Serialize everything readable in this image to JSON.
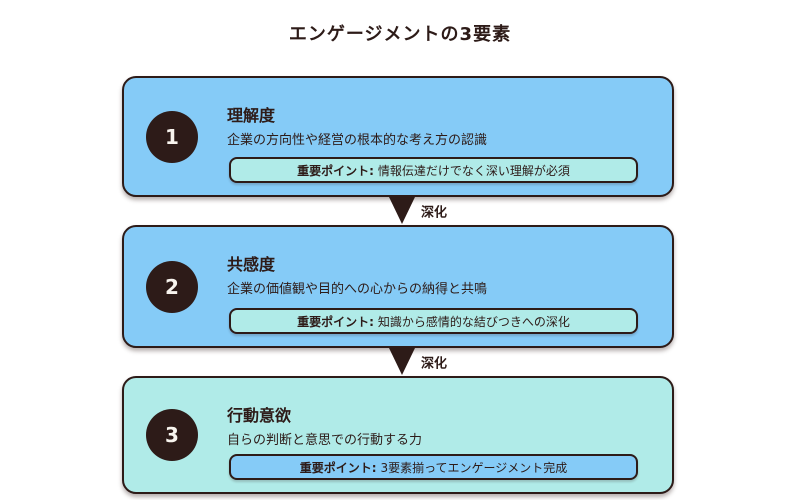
{
  "page": {
    "title": "エンゲージメントの3要素"
  },
  "colors": {
    "card_blue": "#85CBF7",
    "card_mint": "#B0EBE8",
    "dark": "#2D1B18",
    "number_text": "#F8F4EE",
    "background": "#FFFFFF"
  },
  "connectors": [
    {
      "label": "深化"
    },
    {
      "label": "深化"
    }
  ],
  "cards": [
    {
      "number": "1",
      "title": "理解度",
      "description": "企業の方向性や経営の根本的な考え方の認識",
      "point_label": "重要ポイント:",
      "point_text": "情報伝達だけでなく深い理解が必須",
      "card_color": "#85CBF7",
      "point_color": "#B0EBE8"
    },
    {
      "number": "2",
      "title": "共感度",
      "description": "企業の価値観や目的への心からの納得と共鳴",
      "point_label": "重要ポイント:",
      "point_text": "知識から感情的な結びつきへの深化",
      "card_color": "#85CBF7",
      "point_color": "#B0EBE8"
    },
    {
      "number": "3",
      "title": "行動意欲",
      "description": "自らの判断と意思での行動する力",
      "point_label": "重要ポイント:",
      "point_text": "3要素揃ってエンゲージメント完成",
      "card_color": "#B0EBE8",
      "point_color": "#85CBF7"
    }
  ]
}
